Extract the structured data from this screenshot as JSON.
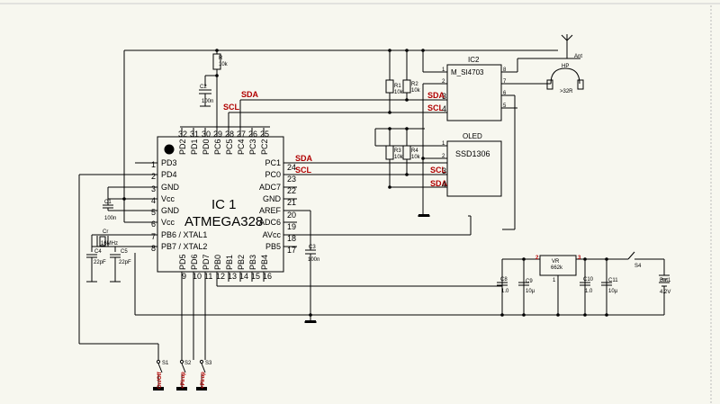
{
  "ic1": {
    "ref": "IC 1",
    "part": "ATMEGA328",
    "top_pin_numbers": [
      "32",
      "31",
      "30",
      "29",
      "28",
      "27",
      "26",
      "25"
    ],
    "top_pin_names": [
      "PD2",
      "PD1",
      "PD0",
      "PC6",
      "PC5",
      "PC4",
      "PC3",
      "PC2"
    ],
    "left_pins": [
      {
        "num": "1",
        "name": "PD3"
      },
      {
        "num": "2",
        "name": "PD4"
      },
      {
        "num": "3",
        "name": "GND"
      },
      {
        "num": "4",
        "name": "Vcc"
      },
      {
        "num": "5",
        "name": "GND"
      },
      {
        "num": "6",
        "name": "Vcc"
      },
      {
        "num": "7",
        "name": "PB6 / XTAL1"
      },
      {
        "num": "8",
        "name": "PB7 / XTAL2"
      }
    ],
    "right_pins": [
      {
        "num": "24",
        "name": "PC1"
      },
      {
        "num": "23",
        "name": "PC0"
      },
      {
        "num": "22",
        "name": "ADC7"
      },
      {
        "num": "21",
        "name": "GND"
      },
      {
        "num": "20",
        "name": "AREF"
      },
      {
        "num": "19",
        "name": "ADC6"
      },
      {
        "num": "18",
        "name": "AVcc"
      },
      {
        "num": "17",
        "name": "PB5"
      }
    ],
    "bottom_pin_names": [
      "PD5",
      "PD6",
      "PD7",
      "PB0",
      "PB1",
      "PB2",
      "PB3",
      "PB4"
    ],
    "bottom_pin_numbers": [
      "9",
      "10",
      "11",
      "12",
      "13",
      "14",
      "15",
      "16"
    ]
  },
  "ic2": {
    "ref": "IC2",
    "part": "M_SI4703",
    "pins_left": [
      "1",
      "2",
      "3",
      "4"
    ],
    "pins_right": [
      "8",
      "7",
      "6",
      "5"
    ]
  },
  "oled": {
    "title": "OLED",
    "part": "SSD1306",
    "pin1": "1",
    "pin2": "2",
    "pin3": "3",
    "pin4": "4"
  },
  "nets": {
    "sda": "SDA",
    "scl": "SCL"
  },
  "passives": {
    "r_top": {
      "ref": "R",
      "val": "10k"
    },
    "c2": {
      "ref": "C2",
      "val": "100n"
    },
    "c1": {
      "ref": "C1",
      "val": "100n"
    },
    "crystal": {
      "ref": "Cr",
      "val": "16MHz"
    },
    "c4": {
      "ref": "C4",
      "val": "22pF"
    },
    "c5": {
      "ref": "C5",
      "val": "22pF"
    },
    "c3": {
      "ref": "C3",
      "val": "100n"
    },
    "r1": {
      "ref": "R1",
      "val": "10k"
    },
    "r2": {
      "ref": "R2",
      "val": "10k"
    },
    "r3": {
      "ref": "R3",
      "val": "10k"
    },
    "r4": {
      "ref": "R4",
      "val": "10k"
    },
    "c8": {
      "ref": "C8",
      "val": "1.0"
    },
    "c9": {
      "ref": "C9",
      "val": "10µ"
    },
    "c10": {
      "ref": "C10",
      "val": "1.0"
    },
    "c11": {
      "ref": "C11",
      "val": "10µ"
    }
  },
  "regulator": {
    "ref": "VR",
    "val": "662k",
    "pin1": "1",
    "pin2": "2",
    "pin3": "3"
  },
  "antenna": {
    "ref": "Ant"
  },
  "headphones": {
    "ref": "HP",
    "val": ">32R"
  },
  "switch_s4": {
    "ref": "S4"
  },
  "battery": {
    "ref": "Bat1",
    "val": "4.2V"
  },
  "switches": [
    {
      "ref": "S1",
      "label": "On/Off"
    },
    {
      "ref": "S2",
      "label": "+Pirup"
    },
    {
      "ref": "S3",
      "label": "+Pirup"
    }
  ]
}
